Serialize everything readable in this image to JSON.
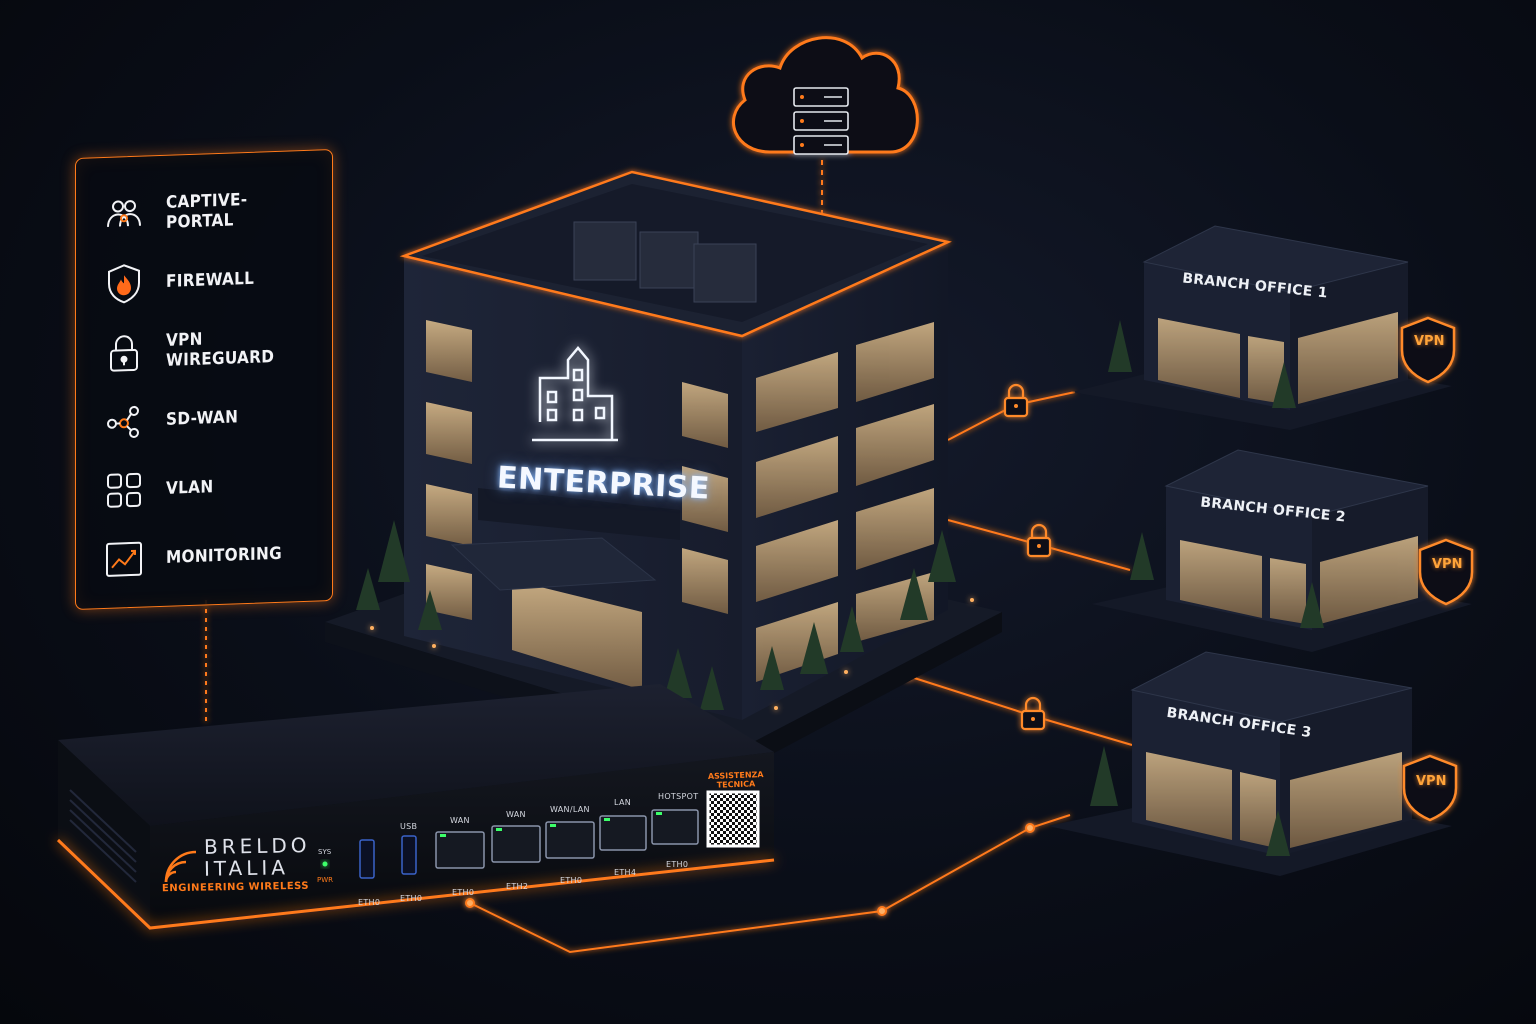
{
  "features": [
    {
      "label": "CAPTIVE-PORTAL",
      "icon": "users-icon"
    },
    {
      "label": "FIREWALL",
      "icon": "fire-shield-icon"
    },
    {
      "label": "VPN WIREGUARD",
      "icon": "padlock-icon"
    },
    {
      "label": "SD-WAN",
      "icon": "network-nodes-icon"
    },
    {
      "label": "VLAN",
      "icon": "grid-squares-icon"
    },
    {
      "label": "MONITORING",
      "icon": "chart-monitor-icon"
    }
  ],
  "headquarters": {
    "label": "ENTERPRISE",
    "icon": "building-icon"
  },
  "cloud": {
    "icon": "cloud-server-icon"
  },
  "branches": [
    {
      "label": "BRANCH OFFICE 1",
      "badge": "VPN"
    },
    {
      "label": "BRANCH OFFICE 2",
      "badge": "VPN"
    },
    {
      "label": "BRANCH OFFICE 3",
      "badge": "VPN"
    }
  ],
  "router": {
    "brand_line1": "BRELDO",
    "brand_line2": "ITALIA",
    "tagline": "ENGINEERING WIRELESS",
    "led_sys": "SYS",
    "led_pwr": "PWR",
    "usb_label": "USB",
    "usb_ports": [
      {
        "bottom": "ETH0"
      },
      {
        "bottom": "ETH0"
      }
    ],
    "ports": [
      {
        "top": "WAN",
        "bottom": "ETH0"
      },
      {
        "top": "WAN",
        "bottom": "ETH2"
      },
      {
        "top": "WAN/LAN",
        "bottom": "ETH0"
      },
      {
        "top": "LAN",
        "bottom": "ETH4"
      },
      {
        "top": "HOTSPOT",
        "bottom": "ETH0"
      }
    ],
    "support_line1": "ASSISTENZA",
    "support_line2": "TECNICA"
  },
  "colors": {
    "accent": "#ff7a1a",
    "background": "#0a0e18",
    "building": "#1c2235",
    "window_light": "#d9b98a"
  }
}
